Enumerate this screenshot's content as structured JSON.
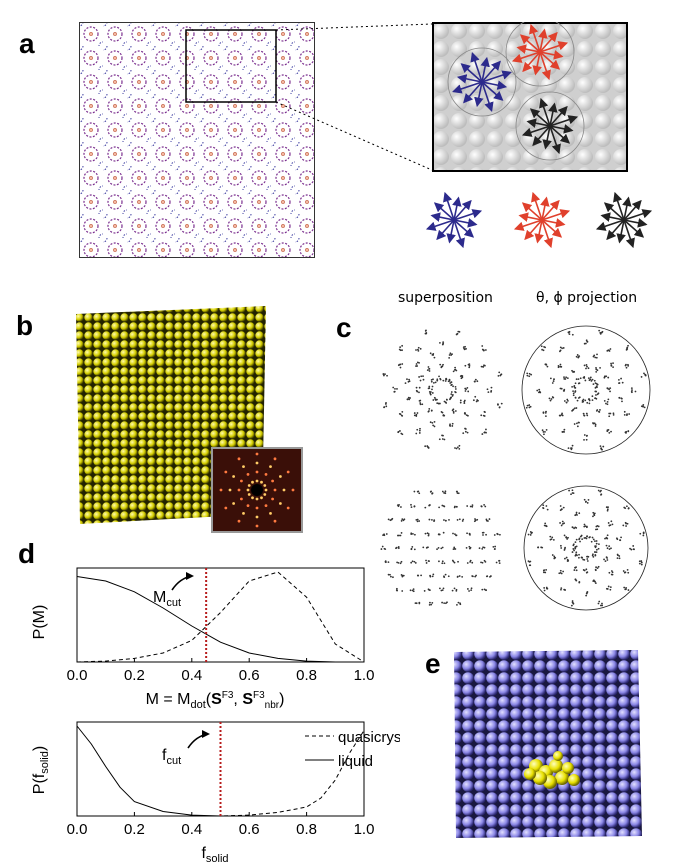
{
  "panels": {
    "a": {
      "letter": "a"
    },
    "b": {
      "letter": "b"
    },
    "c": {
      "letter": "c",
      "col_titles": [
        "superposition",
        "θ, ϕ projection"
      ]
    },
    "d": {
      "letter": "d",
      "top_plot": {
        "ylabel": "P(M)",
        "xlabel_html": "M = M<tspan baseline-shift=\"-4\" font-size=\"11\">dot</tspan>(S<tspan baseline-shift=\"6\" font-size=\"10\">F3</tspan>, S<tspan baseline-shift=\"6\" font-size=\"10\">F3</tspan><tspan baseline-shift=\"-4\" font-size=\"10\">nbr</tspan>)",
        "xlabel_text": "M = Mdot(SF3, SF3nbr)",
        "cut_label": "M",
        "cut_sub": "cut",
        "cut_value": 0.45,
        "xticks": [
          "0.0",
          "0.2",
          "0.4",
          "0.6",
          "0.8",
          "1.0"
        ]
      },
      "bottom_plot": {
        "ylabel": "P(f",
        "ylabel_sub": "solid",
        "xlabel": "f",
        "xlabel_sub": "solid",
        "cut_label": "f",
        "cut_sub": "cut",
        "cut_value": 0.5,
        "xticks": [
          "0.0",
          "0.2",
          "0.4",
          "0.6",
          "0.8",
          "1.0"
        ],
        "legend": [
          "quasicrystal",
          "liquid"
        ]
      }
    },
    "e": {
      "letter": "e"
    }
  },
  "colors": {
    "blue_arrow": "#2c2a8c",
    "red_arrow": "#e0402c",
    "black_arrow": "#222222",
    "cut_line": "#b81c1c",
    "sphere_blue": "#8a86e6",
    "sphere_yellow": "#e8e000"
  },
  "chart_data": [
    {
      "type": "line",
      "xlabel": "M = Mdot(SF3, SF3nbr)",
      "ylabel": "P(M)",
      "xlim": [
        0,
        1
      ],
      "series": [
        {
          "name": "liquid",
          "style": "solid",
          "x": [
            0.0,
            0.1,
            0.2,
            0.3,
            0.4,
            0.5,
            0.6,
            0.7,
            0.8,
            0.9,
            1.0
          ],
          "y": [
            0.95,
            0.9,
            0.78,
            0.6,
            0.4,
            0.22,
            0.1,
            0.04,
            0.01,
            0.0,
            0.0
          ]
        },
        {
          "name": "quasicrystal",
          "style": "dashed",
          "x": [
            0.0,
            0.1,
            0.2,
            0.3,
            0.4,
            0.5,
            0.6,
            0.7,
            0.8,
            0.9,
            1.0
          ],
          "y": [
            0.0,
            0.01,
            0.04,
            0.1,
            0.24,
            0.55,
            0.9,
            1.0,
            0.72,
            0.2,
            0.0
          ]
        }
      ],
      "cut": 0.45
    },
    {
      "type": "line",
      "xlabel": "fsolid",
      "ylabel": "P(fsolid)",
      "xlim": [
        0,
        1
      ],
      "series": [
        {
          "name": "liquid",
          "style": "solid",
          "x": [
            0.0,
            0.05,
            0.1,
            0.15,
            0.2,
            0.3,
            0.4,
            0.5,
            0.6,
            0.8,
            1.0
          ],
          "y": [
            1.0,
            0.8,
            0.55,
            0.32,
            0.16,
            0.05,
            0.01,
            0.0,
            0.0,
            0.0,
            0.0
          ]
        },
        {
          "name": "quasicrystal",
          "style": "dashed",
          "x": [
            0.0,
            0.4,
            0.5,
            0.6,
            0.7,
            0.8,
            0.85,
            0.9,
            0.95,
            1.0
          ],
          "y": [
            0.0,
            0.0,
            0.0,
            0.01,
            0.04,
            0.1,
            0.2,
            0.4,
            0.7,
            0.95
          ]
        }
      ],
      "cut": 0.5
    }
  ]
}
